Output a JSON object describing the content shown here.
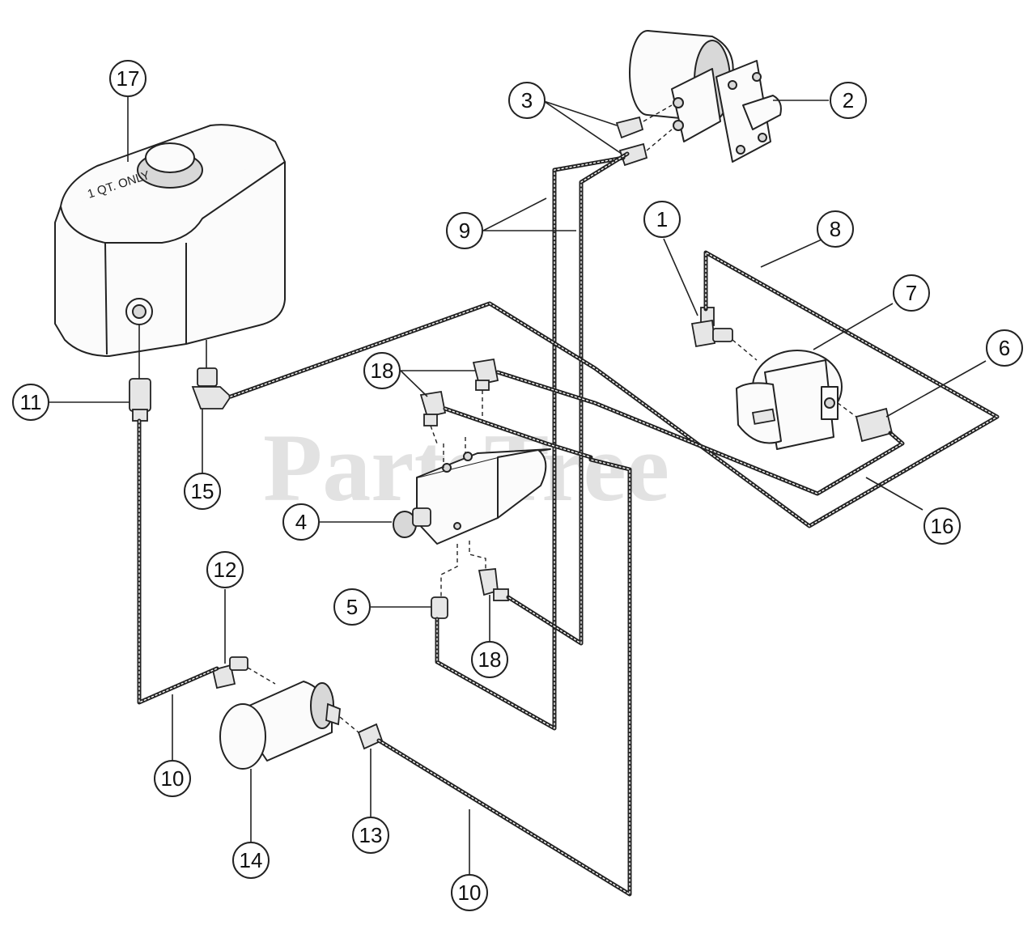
{
  "watermark": "PartsTree",
  "tank_label": "1 QT. ONLY",
  "callouts": {
    "c1": "1",
    "c2": "2",
    "c3": "3",
    "c4": "4",
    "c5": "5",
    "c6": "6",
    "c7": "7",
    "c8": "8",
    "c9": "9",
    "c10a": "10",
    "c10b": "10",
    "c11": "11",
    "c12": "12",
    "c13": "13",
    "c14": "14",
    "c15": "15",
    "c16": "16",
    "c17": "17",
    "c18a": "18",
    "c18b": "18"
  }
}
